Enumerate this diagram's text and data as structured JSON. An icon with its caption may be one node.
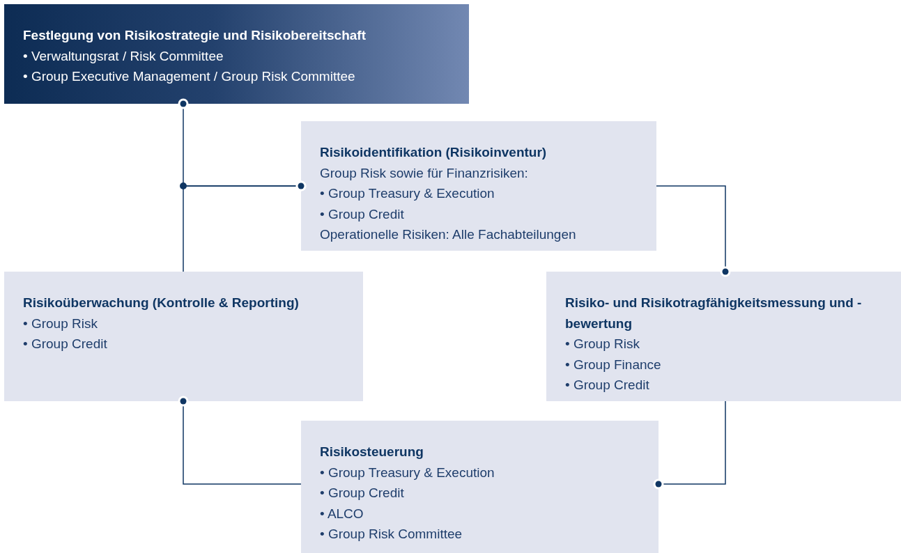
{
  "diagram": {
    "nodes": [
      {
        "text": [
          "Festlegung von Risikostrategie und Risikobereitschaft",
          "• Verwaltungsrat / Risk Committee",
          "• Group Executive Management / Group Risk Committee"
        ]
      },
      {
        "text": [
          "Risikoidentifikation (Risikoinventur)",
          "Group Risk sowie für Finanzrisiken:",
          "• Group Treasury & Execution",
          "• Group Credit",
          "Operationelle Risiken: Alle Fachabteilungen"
        ]
      },
      {
        "text": [
          "Risikoüberwachung (Kontrolle & Reporting)",
          "• Group Risk",
          "• Group Credit"
        ]
      },
      {
        "text": [
          "Risiko- und Risikotragfähigkeitsmessung und -bewertung",
          "• Group Risk",
          "• Group Finance",
          "• Group Credit"
        ]
      },
      {
        "text": [
          "Risikosteuerung",
          "• Group Treasury & Execution",
          "• Group Credit",
          "• ALCO",
          "• Group Risk Committee"
        ]
      }
    ],
    "edges": [
      {
        "from": 0,
        "to": 1,
        "arrow": "other"
      },
      {
        "from": 2,
        "to": 1,
        "arrow": "other"
      },
      {
        "from": 1,
        "to": 3,
        "arrow": "other"
      },
      {
        "from": 3,
        "to": 4,
        "arrow": "other"
      },
      {
        "from": 4,
        "to": 2,
        "arrow": "other"
      }
    ]
  }
}
